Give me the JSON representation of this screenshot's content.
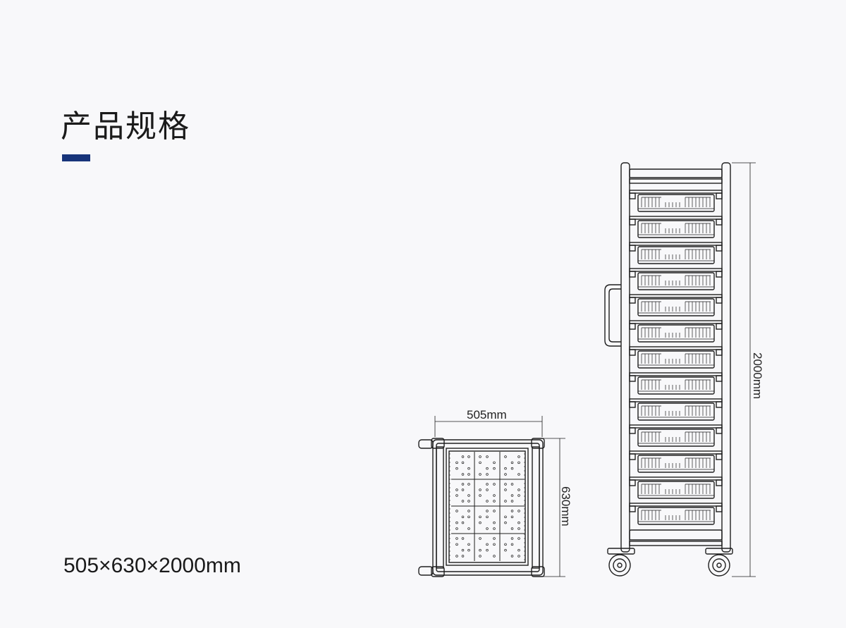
{
  "page": {
    "title": "产品规格",
    "spec_text": "505×630×2000mm"
  },
  "colors": {
    "accent": "#17347a",
    "line": "#1f1f1f",
    "background": "#f8f8fa"
  },
  "top_view": {
    "width_label": "505mm",
    "depth_label": "630mm"
  },
  "side_view": {
    "height_label": "2000mm",
    "tray_count": 13
  }
}
